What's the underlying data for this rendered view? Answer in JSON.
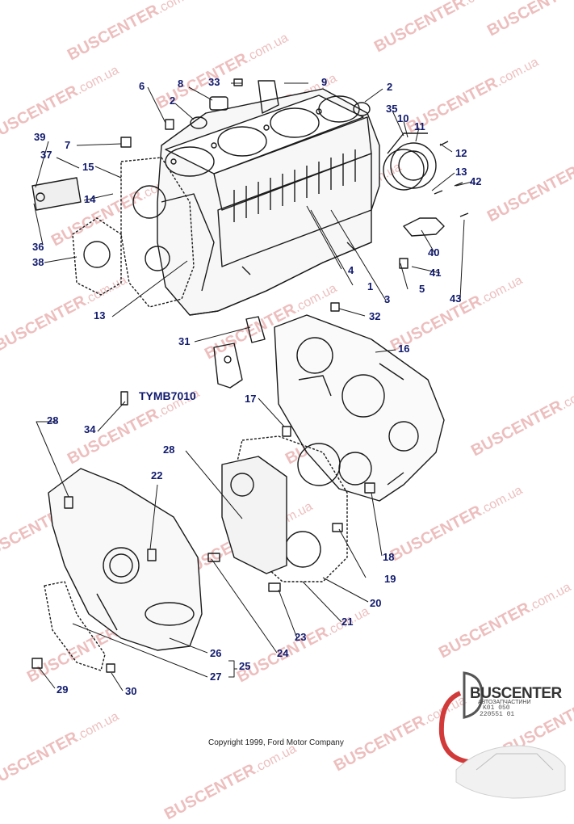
{
  "watermark": {
    "brand": "BUSCENTER",
    "domain": ".com.ua"
  },
  "colors": {
    "callout": "#101a6e",
    "watermark": "#e8a9a9",
    "line": "#1a1a1a"
  },
  "model_code": "TYMB7010",
  "copyright": "Copyright 1999, Ford Motor Company",
  "logo": {
    "name": "BUSCENTER",
    "tagline": "АВТОЗАПЧАСТИНИ",
    "code_top": "K01 050",
    "code_bottom": "220551 01"
  },
  "callouts": [
    "6",
    "8",
    "33",
    "9",
    "2",
    "2",
    "35",
    "10",
    "11",
    "39",
    "7",
    "37",
    "15",
    "14",
    "12",
    "13",
    "42",
    "36",
    "38",
    "40",
    "41",
    "4",
    "1",
    "5",
    "3",
    "32",
    "43",
    "13",
    "31",
    "16",
    "34",
    "17",
    "28",
    "22",
    "28",
    "18",
    "19",
    "20",
    "21",
    "24",
    "23",
    "26",
    "27",
    "25",
    "29",
    "30"
  ]
}
